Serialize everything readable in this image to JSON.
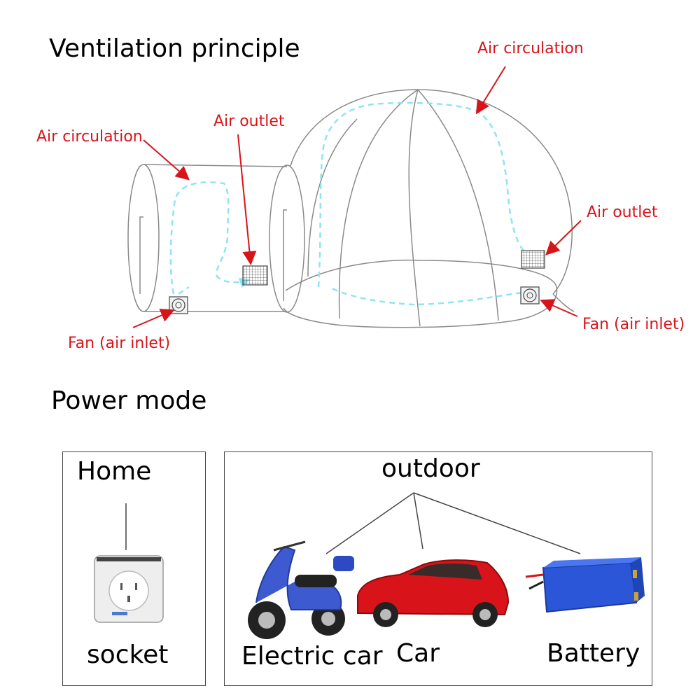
{
  "ventilation": {
    "heading": "Ventilation principle",
    "labels": {
      "air_circulation_top": "Air circulation",
      "air_circulation_left": "Air circulation",
      "air_outlet_center": "Air outlet",
      "air_outlet_right": "Air outlet",
      "fan_left": "Fan (air inlet)",
      "fan_right": "Fan (air inlet)"
    }
  },
  "power": {
    "heading": "Power mode",
    "home": {
      "title": "Home",
      "item": "socket"
    },
    "outdoor": {
      "title": "outdoor",
      "items": [
        "Electric car",
        "Car",
        "Battery"
      ]
    }
  },
  "colors": {
    "callout": "#d8141a",
    "airflow": "#8fe3f5",
    "outline": "#8a8a8a"
  },
  "icons": [
    "dome-tent-icon",
    "vent-grille-icon",
    "fan-icon",
    "wall-socket-icon",
    "scooter-icon",
    "car-icon",
    "battery-icon"
  ]
}
